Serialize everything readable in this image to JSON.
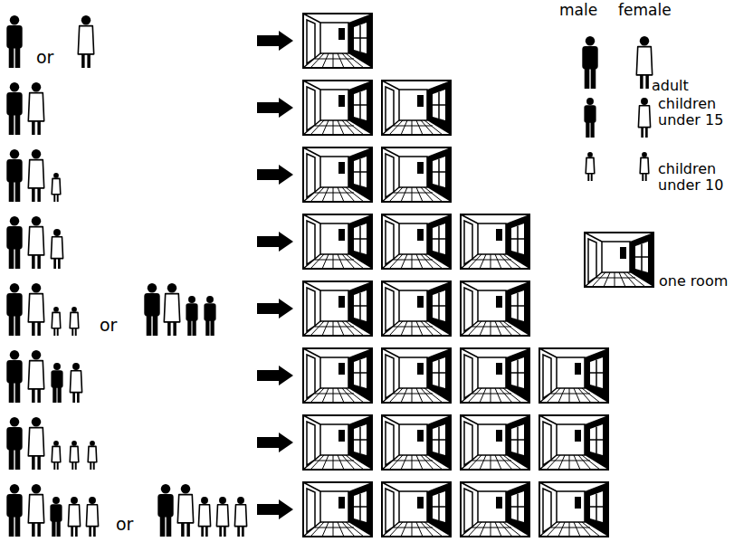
{
  "diagram": {
    "labels": [
      "male",
      "female",
      "or",
      "or",
      "or"
    ],
    "legend": [
      {
        "text": "adult"
      },
      {
        "text": "children under 15"
      },
      {
        "text": "children under 10"
      },
      {
        "text": "one room"
      }
    ]
  }
}
